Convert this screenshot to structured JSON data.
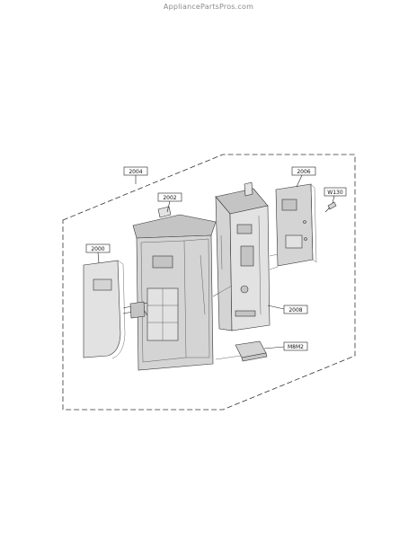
{
  "watermark": "AppliancePartsPros.com",
  "part_labels": {
    "p2004": "2004",
    "p2002": "2002",
    "p2006": "2006",
    "pw130": "W130",
    "p2000": "2000",
    "p2008": "2008",
    "pm8m2": "M8M2"
  }
}
